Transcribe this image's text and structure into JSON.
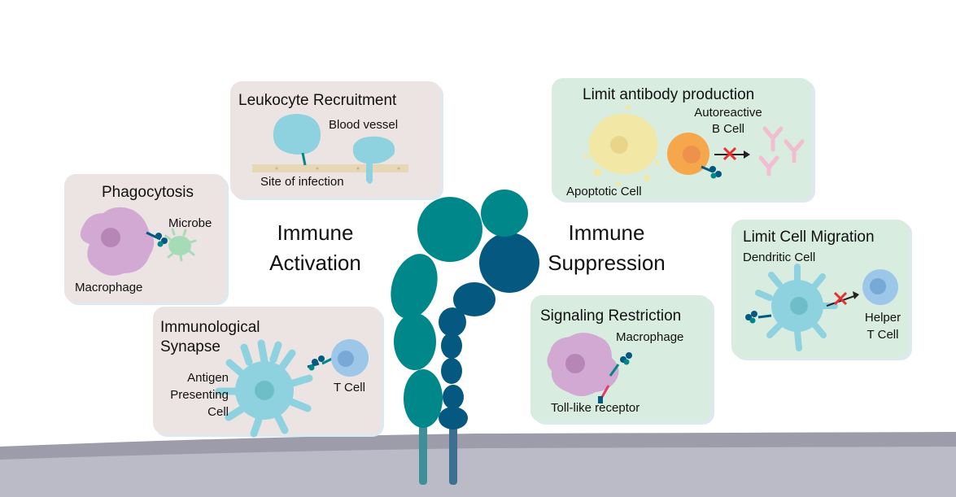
{
  "colors": {
    "panel_warm": "#ece4e2",
    "panel_green": "#d8ecdf",
    "receptor_teal": "#00878a",
    "receptor_blue": "#05587f",
    "cell_cyan": "#8fd2df",
    "macrophage_lilac": "#d2a9d2",
    "membrane_gray": "#b9b9c5"
  },
  "center": {
    "activation_line1": "Immune",
    "activation_line2": "Activation",
    "suppression_line1": "Immune",
    "suppression_line2": "Suppression"
  },
  "panels": {
    "leukocyte": {
      "title": "Leukocyte Recruitment",
      "blood_vessel": "Blood vessel",
      "site": "Site of infection"
    },
    "phagocytosis": {
      "title": "Phagocytosis",
      "microbe": "Microbe",
      "macrophage": "Macrophage"
    },
    "synapse": {
      "title_line1": "Immunological",
      "title_line2": "Synapse",
      "apc_line1": "Antigen",
      "apc_line2": "Presenting",
      "apc_line3": "Cell",
      "tcell": "T Cell"
    },
    "antibody": {
      "title": "Limit antibody production",
      "autoreactive_line1": "Autoreactive",
      "autoreactive_line2": "B Cell",
      "apoptotic": "Apoptotic Cell"
    },
    "migration": {
      "title": "Limit Cell Migration",
      "dendritic": "Dendritic Cell",
      "helper_line1": "Helper",
      "helper_line2": "T Cell"
    },
    "signaling": {
      "title": "Signaling Restriction",
      "macrophage": "Macrophage",
      "tlr": "Toll-like receptor"
    }
  }
}
